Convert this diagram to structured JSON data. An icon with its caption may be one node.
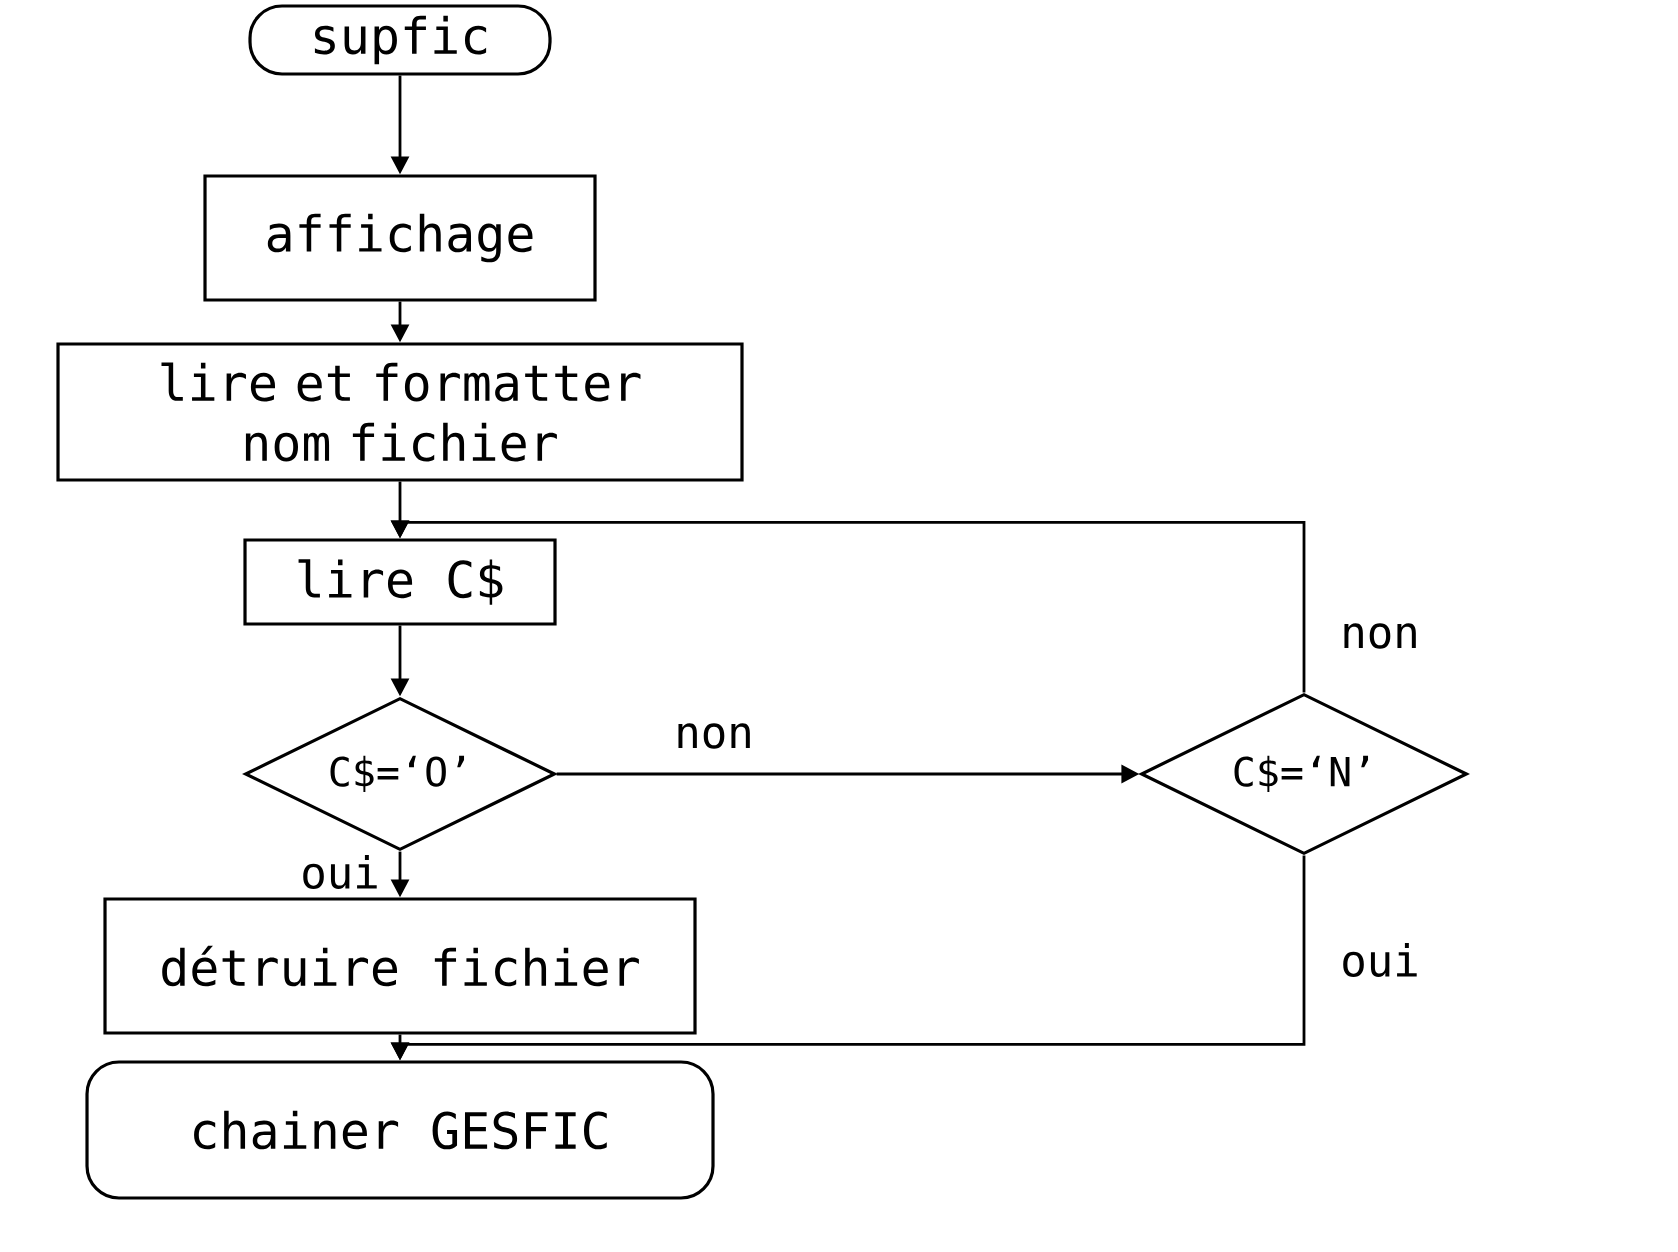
{
  "diagram": {
    "nodes": [
      {
        "text": [
          "supfic"
        ]
      },
      {
        "text": [
          "affichage"
        ]
      },
      {
        "text": [
          "lire et formatter nom fichier"
        ]
      },
      {
        "text": [
          "lire C$"
        ]
      },
      {
        "text": [
          "C$=‘O’"
        ]
      },
      {
        "text": [
          "C$=‘N’"
        ]
      },
      {
        "text": [
          "détruire fichier"
        ]
      },
      {
        "text": [
          "chainer GESFIC"
        ]
      }
    ],
    "edges": [
      {
        "from": 0,
        "to": 1,
        "arrow": "to"
      },
      {
        "from": 1,
        "to": 2,
        "arrow": "to"
      },
      {
        "from": 2,
        "to": 3,
        "arrow": "to"
      },
      {
        "from": 3,
        "to": 4,
        "arrow": "to"
      },
      {
        "from": 4,
        "to": 6,
        "arrow": "to",
        "label": "oui"
      },
      {
        "from": 4,
        "to": 5,
        "arrow": "to",
        "label": "non"
      },
      {
        "from": 5,
        "to": 3,
        "arrow": "to",
        "label": "non"
      },
      {
        "from": 6,
        "to": 7,
        "arrow": "to"
      },
      {
        "from": 5,
        "to": 7,
        "arrow": "to",
        "label": "oui"
      }
    ]
  }
}
